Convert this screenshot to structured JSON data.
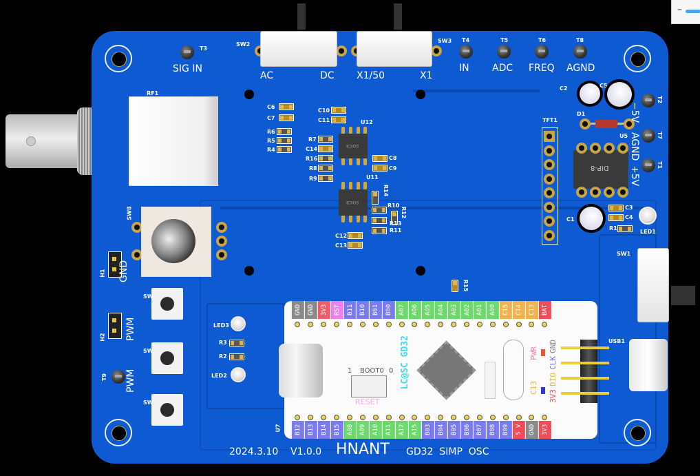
{
  "window_controls": {
    "minimize_icon": "–"
  },
  "board": {
    "silkscreen_footer": {
      "date": "2024.3.10",
      "version": "V1.0.0",
      "brand": "HNANT",
      "title": "GD32  SIMP  OSC"
    },
    "switches": {
      "sw2": {
        "ref": "SW2",
        "left": "AC",
        "right": "DC"
      },
      "sw3": {
        "ref": "SW3",
        "left": "X1/50",
        "right": "X1"
      },
      "sw1": {
        "ref": "SW1"
      },
      "sw8": {
        "ref": "SW8"
      },
      "tact": [
        {
          "ref": "SW"
        },
        {
          "ref": "SW"
        },
        {
          "ref": "SW"
        }
      ]
    },
    "test_points": [
      {
        "ref": "T3",
        "label": "SIG  IN"
      },
      {
        "ref": "T4",
        "label": "IN"
      },
      {
        "ref": "T5",
        "label": "ADC"
      },
      {
        "ref": "T6",
        "label": "FREQ"
      },
      {
        "ref": "T8",
        "label": "AGND"
      },
      {
        "ref": "T2",
        "label": "−5V"
      },
      {
        "ref": "T7",
        "label": "AGND"
      },
      {
        "ref": "T1",
        "label": "+5V"
      },
      {
        "ref": "T9",
        "label": "PWM"
      }
    ],
    "headers": [
      {
        "ref": "H1",
        "label": "GND"
      },
      {
        "ref": "H2",
        "label": "PWM"
      },
      {
        "ref": "TFT1"
      }
    ],
    "connectors": {
      "rf": "RF1",
      "usb": "USB1"
    },
    "ics": [
      {
        "ref": "U12",
        "marking": "SOIC8"
      },
      {
        "ref": "U11",
        "marking": "SOIC8"
      },
      {
        "ref": "U5",
        "marking": "DIP-8"
      },
      {
        "ref": "U7"
      }
    ],
    "passives_left": [
      "C6",
      "C7",
      "R6",
      "R5",
      "R4"
    ],
    "passives_mid": [
      "R7",
      "C14",
      "R16",
      "R8",
      "R9"
    ],
    "passives_top": [
      "C10",
      "C11"
    ],
    "passives_right": [
      "C8",
      "C9"
    ],
    "passives_u11": [
      "R14",
      "R10",
      "R12",
      "R13",
      "R11",
      "C12",
      "C13",
      "R15"
    ],
    "power_parts": [
      "C2",
      "C5",
      "D1",
      "C1",
      "C3",
      "C4",
      "R1",
      "LED1"
    ],
    "leds": [
      "LED3",
      "R3",
      "R2",
      "LED2"
    ],
    "mcu_module": {
      "top_pins": [
        {
          "name": "GND",
          "color": "#8a8a8a"
        },
        {
          "name": "GND",
          "color": "#8a8a8a"
        },
        {
          "name": "3V3",
          "color": "#f15a6a"
        },
        {
          "name": "RST",
          "color": "#f07ff0"
        },
        {
          "name": "B11",
          "color": "#7b7bf0"
        },
        {
          "name": "B10",
          "color": "#7b7bf0"
        },
        {
          "name": "B01",
          "color": "#7b7bf0"
        },
        {
          "name": "B00",
          "color": "#7b7bf0"
        },
        {
          "name": "A07",
          "color": "#6bd96b"
        },
        {
          "name": "A06",
          "color": "#6bd96b"
        },
        {
          "name": "A05",
          "color": "#6bd96b"
        },
        {
          "name": "A04",
          "color": "#6bd96b"
        },
        {
          "name": "A03",
          "color": "#6bd96b"
        },
        {
          "name": "A02",
          "color": "#6bd96b"
        },
        {
          "name": "A01",
          "color": "#6bd96b"
        },
        {
          "name": "A00",
          "color": "#6bd96b"
        },
        {
          "name": "C15",
          "color": "#f2b24c"
        },
        {
          "name": "C14",
          "color": "#f2b24c"
        },
        {
          "name": "C13",
          "color": "#f2b24c"
        },
        {
          "name": "BAT",
          "color": "#f24b5a"
        }
      ],
      "bottom_pins": [
        {
          "name": "B12",
          "color": "#7b7bf0"
        },
        {
          "name": "B13",
          "color": "#7b7bf0"
        },
        {
          "name": "B14",
          "color": "#7b7bf0"
        },
        {
          "name": "B15",
          "color": "#7b7bf0"
        },
        {
          "name": "A08",
          "color": "#6bd96b"
        },
        {
          "name": "A09",
          "color": "#6bd96b"
        },
        {
          "name": "A10",
          "color": "#6bd96b"
        },
        {
          "name": "A11",
          "color": "#6bd96b"
        },
        {
          "name": "A12",
          "color": "#6bd96b"
        },
        {
          "name": "A15",
          "color": "#6bd96b"
        },
        {
          "name": "B03",
          "color": "#7b7bf0"
        },
        {
          "name": "B04",
          "color": "#7b7bf0"
        },
        {
          "name": "B05",
          "color": "#7b7bf0"
        },
        {
          "name": "B06",
          "color": "#7b7bf0"
        },
        {
          "name": "B07",
          "color": "#7b7bf0"
        },
        {
          "name": "B08",
          "color": "#7b7bf0"
        },
        {
          "name": "B09",
          "color": "#7b7bf0"
        },
        {
          "name": "5 V",
          "color": "#f24b5a"
        },
        {
          "name": "GND",
          "color": "#8a8a8a"
        },
        {
          "name": "3V3",
          "color": "#f24b5a"
        }
      ],
      "boot_label": "BOOT0",
      "boot_left": "1",
      "boot_right": "0",
      "reset_label": "RESET",
      "logo": "LC@SC GD32",
      "pwr_label": "PWR",
      "c13_label": "C13",
      "swd_labels": [
        "GND",
        "CLK",
        "DIO",
        "3V3"
      ],
      "ref": "U7"
    }
  }
}
